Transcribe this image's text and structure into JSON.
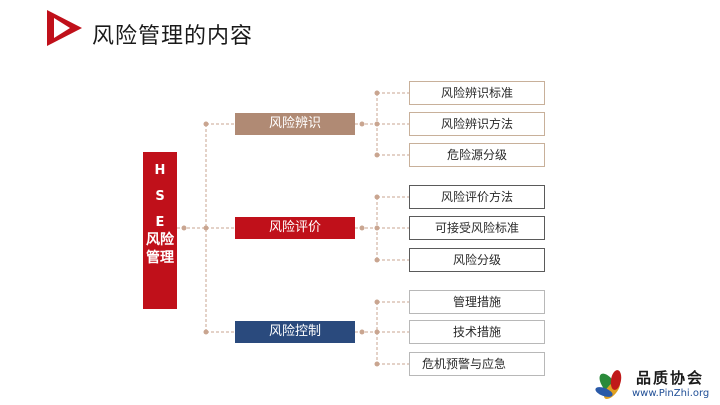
{
  "title": "风险管理的内容",
  "colors": {
    "accent_red": "#c0101a",
    "brown": "#b08a74",
    "navy": "#2a4a7d",
    "connector": "#c9a590"
  },
  "root": {
    "letters": [
      "H",
      "S",
      "E"
    ],
    "label_lines": [
      "风险",
      "管理"
    ]
  },
  "categories": [
    {
      "label": "风险辨识",
      "items": [
        "风险辨识标准",
        "风险辨识方法",
        "危险源分级"
      ]
    },
    {
      "label": "风险评价",
      "items": [
        "风险评价方法",
        "可接受风险标准",
        "风险分级"
      ]
    },
    {
      "label": "风险控制",
      "items": [
        "管理措施",
        "技术措施",
        "危机预警与应急"
      ]
    }
  ],
  "watermark": {
    "brand": "品质协会",
    "url": "www.PinZhi.org"
  }
}
